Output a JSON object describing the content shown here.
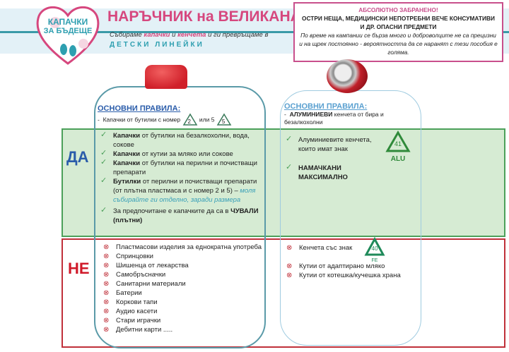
{
  "header": {
    "logo_line1": "КАПАЧКИ",
    "logo_line2": "ЗА БЪДЕЩЕ",
    "title": "НАРЪЧНИК на ВЕЛИКАНА",
    "subtitle_pre": "Събираме ",
    "subtitle_b1": "капачки",
    "subtitle_mid": " и ",
    "subtitle_b2": "кенчета",
    "subtitle_post": " и ги превръщаме в",
    "subtitle2": "ДЕТСКИ ЛИНЕЙКИ"
  },
  "warning": {
    "heading": "АБСОЛЮТНО ЗАБРАНЕНО!",
    "line1": "ОСТРИ НЕЩА, МЕДИЦИНСКИ НЕПОТРЕБНИ ВЕЧЕ КОНСУМАТИВИ",
    "line2": "И ДР. ОПАСНИ ПРЕДМЕТИ",
    "note": "По време на кампании се бърза много и доброволците не са прецизни и на щрек постоянно - вероятността да се наранят с тези пособия е голяма."
  },
  "labels": {
    "yes": "ДА",
    "no": "НЕ"
  },
  "caps": {
    "rules_title": "ОСНОВНИ ПРАВИЛА:",
    "rule": "Капачки от бутилки с номер",
    "rule_or": "или 5",
    "code2": "2",
    "code5": "5",
    "yes": [
      {
        "bold": "Капачки",
        "text": " от бутилки на безалкохолни, вода, сокове"
      },
      {
        "bold": "Капачки",
        "text": " от кутии за мляко или сокове"
      },
      {
        "bold": "Капачки",
        "text": " от бутилки на перилни и почистващи препарати"
      },
      {
        "bold": "Бутилки",
        "text": " от перилни и почистващи препарати (от плътна пластмаса и с номер 2 и 5) – ",
        "note": "моля събирайте ги отделно, заради размера"
      },
      {
        "bold": "",
        "text": "За предпочитане е капачките да са в ",
        "bold2": "ЧУВАЛИ (плътни)"
      }
    ],
    "no": [
      "Пластмасови изделия за еднократна употреба",
      "Спринцовки",
      "Шишенца от лекарства",
      "Самобръсначки",
      "Санитарни материали",
      "Батерии",
      "Коркови тапи",
      "Аудио касети",
      "Стари играчки",
      "Дебитни карти ....."
    ]
  },
  "cans": {
    "rules_title": "ОСНОВНИ ПРАВИЛА:",
    "rule_bold": "АЛУМИНИЕВИ",
    "rule": " кенчета от бира и безалкохолни",
    "yes1": "Алуминиевите кенчета, които имат знак",
    "alu_code": "41",
    "alu_label": "ALU",
    "yes2": "НАМАЧКАНИ МАКСИМАЛНО",
    "no1": "Кенчета със знак",
    "fe_code": "40",
    "fe_label": "FE",
    "no2": "Кутии от адаптирано мляко",
    "no3": "Кутии от котешка/кучешка храна"
  },
  "colors": {
    "pink": "#d6477e",
    "teal": "#2e9fb0",
    "green": "#4ca05a",
    "red": "#c0303a",
    "blue": "#2a5caa"
  }
}
